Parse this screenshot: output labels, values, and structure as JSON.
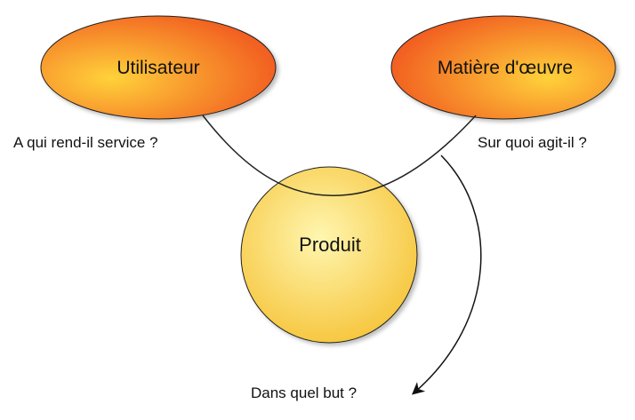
{
  "diagram": {
    "nodes": {
      "user": "Utilisateur",
      "material": "Matière d'œuvre",
      "product": "Produit"
    },
    "questions": {
      "user": "A qui rend-il service ?",
      "material": "Sur quoi agit-il ?",
      "purpose": "Dans quel but ?"
    },
    "colors": {
      "ellipse_light": "#ffd23a",
      "ellipse_dark": "#f0501e",
      "circle_light": "#fff2a0",
      "circle_dark": "#f5c030",
      "stroke": "#222222"
    }
  }
}
